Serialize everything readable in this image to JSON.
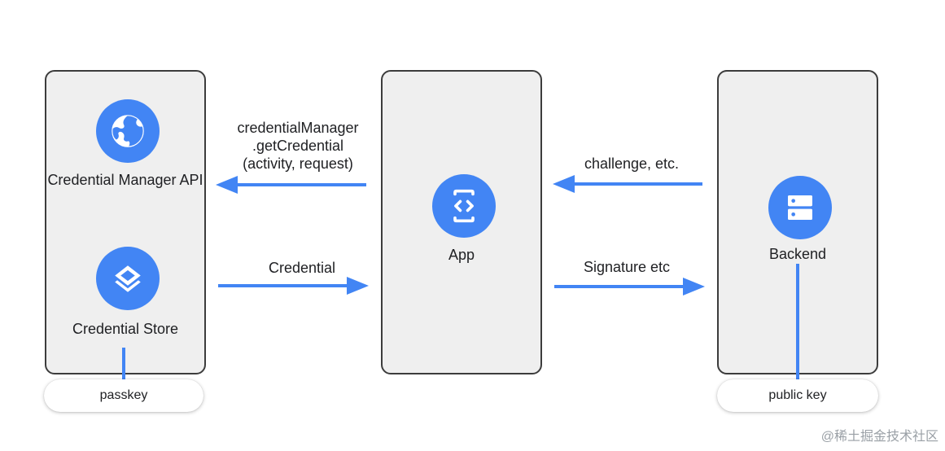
{
  "colors": {
    "accent": "#4285f4",
    "panel_fill": "#efefef",
    "panel_border": "#3c3c3c",
    "text": "#202124"
  },
  "left_panel": {
    "api_label": "Credential Manager API",
    "api_icon": "globe-icon",
    "store_label": "Credential Store",
    "store_icon": "layers-icon",
    "pill_label": "passkey"
  },
  "middle_panel": {
    "app_label": "App",
    "app_icon": "code-phone-icon"
  },
  "right_panel": {
    "backend_label": "Backend",
    "backend_icon": "server-icon",
    "pill_label": "public key"
  },
  "arrows": {
    "app_to_cm_label_line1": "credentialManager",
    "app_to_cm_label_line2": ".getCredential",
    "app_to_cm_label_line3": "(activity, request)",
    "cm_to_app_label": "Credential",
    "backend_to_app_label": "challenge, etc.",
    "app_to_backend_label": "Signature etc"
  },
  "watermark": "@稀土掘金技术社区"
}
